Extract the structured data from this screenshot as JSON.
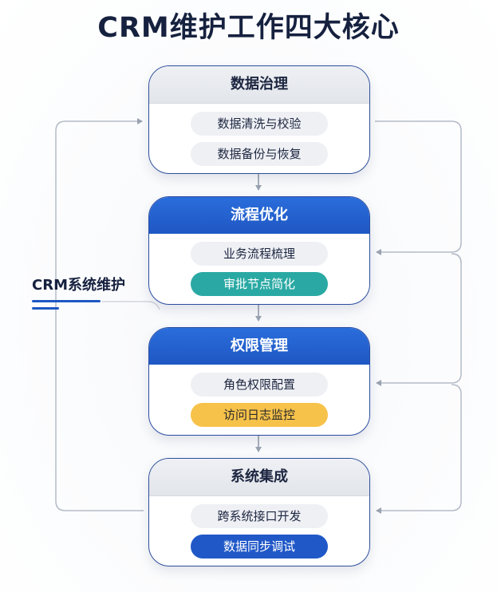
{
  "title": "CRM维护工作四大核心",
  "side_label": "CRM系统维护",
  "modules": [
    {
      "title": "数据治理",
      "items": [
        "数据清洗与校验",
        "数据备份与恢复"
      ]
    },
    {
      "title": "流程优化",
      "items": [
        "业务流程梳理",
        "审批节点简化"
      ]
    },
    {
      "title": "权限管理",
      "items": [
        "角色权限配置",
        "访问日志监控"
      ]
    },
    {
      "title": "系统集成",
      "items": [
        "跨系统接口开发",
        "数据同步调试"
      ]
    }
  ],
  "colors": {
    "title": "#16213f",
    "blue_header": "#1f57c4",
    "gray_header": "#e2e5ea",
    "teal_pill": "#2aa9a4",
    "gold_pill": "#f7c24a",
    "blue_pill": "#2058c8",
    "connector": "#aeb6c3"
  }
}
